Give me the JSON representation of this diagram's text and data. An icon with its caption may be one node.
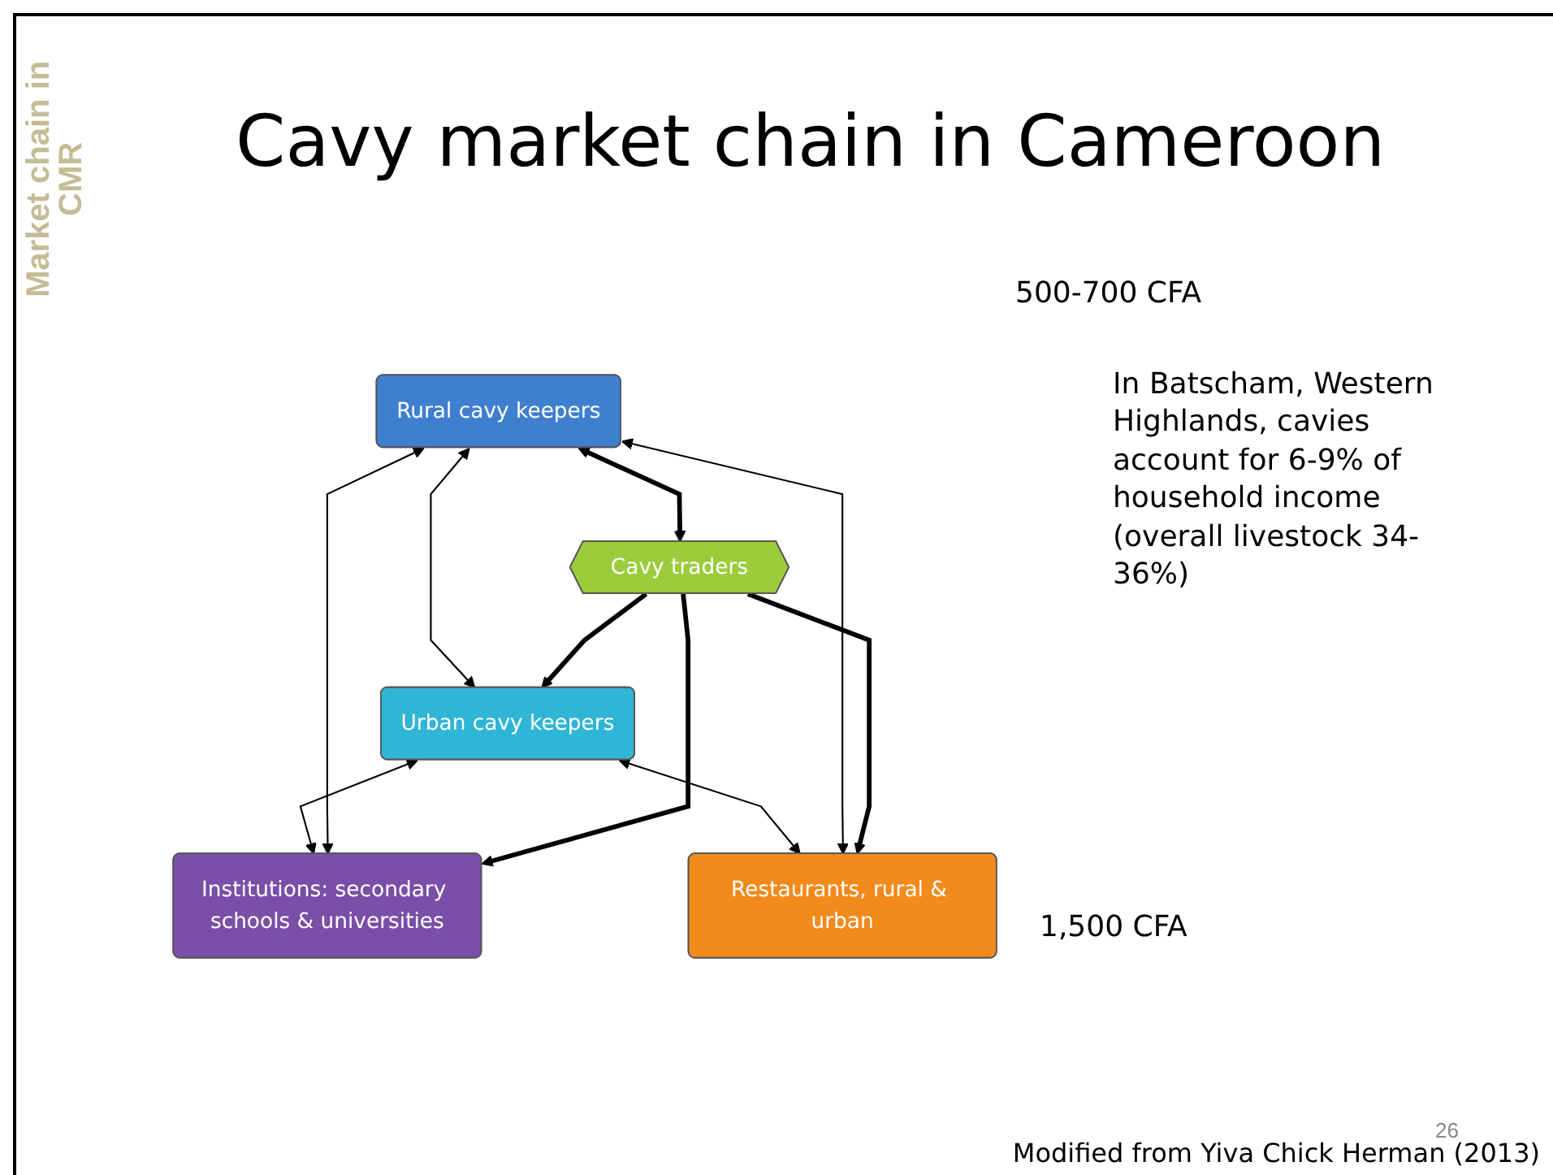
{
  "diagram": {
    "title": "Cavy market chain in Cameroon",
    "caption": "Modified from Yiva Chick Herman (2013)",
    "nodes": [
      {
        "text": [
          "Rural cavy keepers"
        ]
      },
      {
        "text": [
          "Urban cavy keepers"
        ]
      },
      {
        "text": [
          "Cavy traders"
        ]
      },
      {
        "text": [
          "Institutions: secondary schools & universities"
        ]
      },
      {
        "text": [
          "Restaurants, rural & urban"
        ]
      }
    ],
    "edges": [
      {
        "from": 0,
        "to": 1,
        "arrow": "both"
      },
      {
        "from": 0,
        "to": 2,
        "arrow": "both",
        "style": "thick"
      },
      {
        "from": 2,
        "to": 1,
        "arrow": "to",
        "style": "thick"
      },
      {
        "from": 1,
        "to": 3,
        "arrow": "both"
      },
      {
        "from": 0,
        "to": 3,
        "arrow": "both"
      },
      {
        "from": 1,
        "to": 4,
        "arrow": "both"
      },
      {
        "from": 0,
        "to": 4,
        "arrow": "both"
      },
      {
        "from": 2,
        "to": 3,
        "arrow": "to",
        "style": "thick"
      },
      {
        "from": 2,
        "to": 4,
        "arrow": "to",
        "style": "thick"
      }
    ],
    "labels": [
      "Market chain in CMR",
      "500-700 CFA",
      "In Batscham, Western Highlands, cavies account for 6-9% of household income (overall livestock 34-36%)",
      "1,500 CFA",
      "26"
    ]
  }
}
